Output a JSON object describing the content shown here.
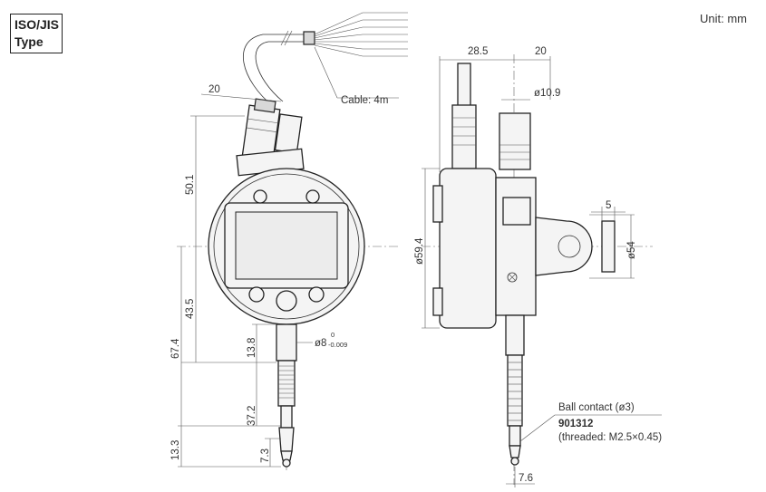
{
  "badge": {
    "line1": "ISO/JIS",
    "line2": "Type"
  },
  "unit_label": "Unit: mm",
  "dimensions": {
    "cable_offset": "20",
    "cable_label": "Cable: 4m",
    "height_top": "50.1",
    "height_mid": "43.5",
    "height_total": "67.4",
    "stem_length": "13.8",
    "stem_diameter": "ø8",
    "stem_tol_upper": "0",
    "stem_tol_lower": "-0.009",
    "spindle_length": "37.2",
    "tip_length": "13.3",
    "tip_small": "7.3",
    "side_depth": "28.5",
    "side_lug": "20",
    "knob_diameter": "ø10.9",
    "body_diameter": "ø59.4",
    "lug_width": "5",
    "lug_diameter": "ø54",
    "contact_offset": "7.6"
  },
  "contact": {
    "title": "Ball contact (ø3)",
    "part_no": "901312",
    "thread": "(threaded: M2.5×0.45)"
  }
}
